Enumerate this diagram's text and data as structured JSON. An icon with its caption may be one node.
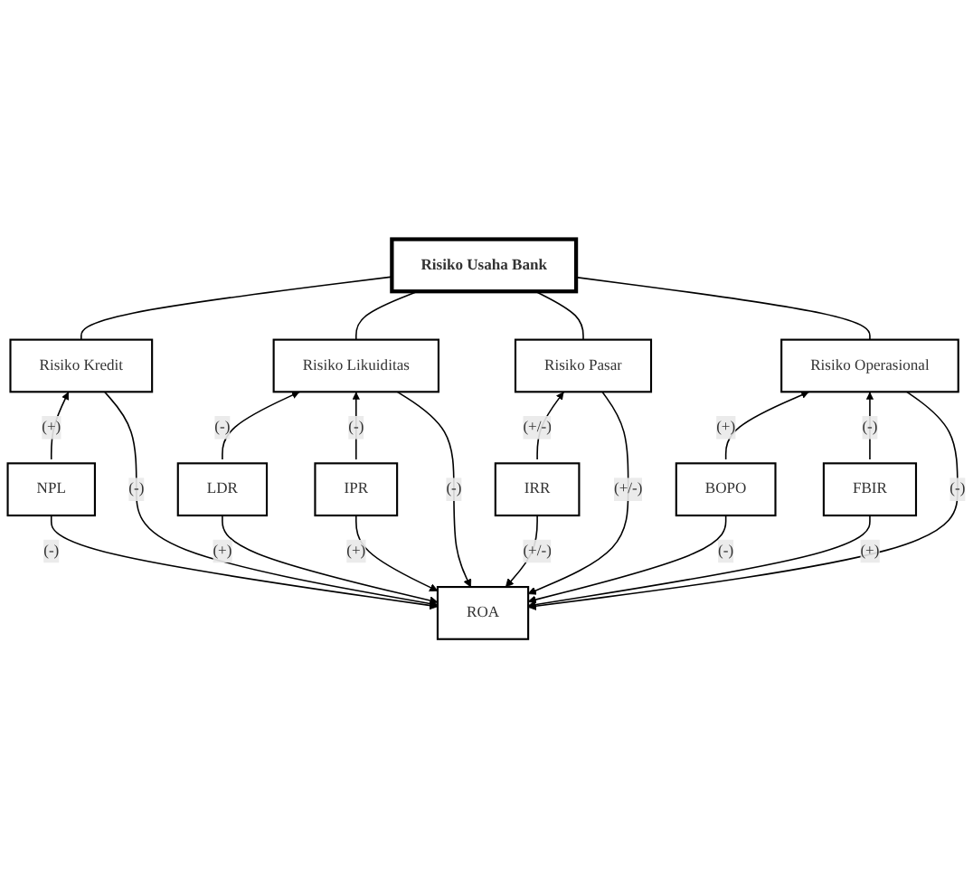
{
  "diagram": {
    "nodes": [
      {
        "text": [
          "Risiko Usaha Bank"
        ]
      },
      {
        "text": [
          "Risiko Kredit"
        ]
      },
      {
        "text": [
          "Risiko Likuiditas"
        ]
      },
      {
        "text": [
          "Risiko Pasar"
        ]
      },
      {
        "text": [
          "Risiko Operasional"
        ]
      },
      {
        "text": [
          "NPL"
        ]
      },
      {
        "text": [
          "LDR"
        ]
      },
      {
        "text": [
          "IPR"
        ]
      },
      {
        "text": [
          "IRR"
        ]
      },
      {
        "text": [
          "BOPO"
        ]
      },
      {
        "text": [
          "FBIR"
        ]
      },
      {
        "text": [
          "ROA"
        ]
      }
    ],
    "edges": [
      {
        "from": 0,
        "to": 1,
        "arrow": "none"
      },
      {
        "from": 0,
        "to": 2,
        "arrow": "none"
      },
      {
        "from": 0,
        "to": 3,
        "arrow": "none"
      },
      {
        "from": 0,
        "to": 4,
        "arrow": "none"
      },
      {
        "from": 5,
        "to": 1,
        "arrow": "to",
        "label": "(+)"
      },
      {
        "from": 6,
        "to": 2,
        "arrow": "to",
        "label": "(-)"
      },
      {
        "from": 7,
        "to": 2,
        "arrow": "to",
        "label": "(-)"
      },
      {
        "from": 8,
        "to": 3,
        "arrow": "to",
        "label": "(+/-)"
      },
      {
        "from": 9,
        "to": 4,
        "arrow": "to",
        "label": "(+)"
      },
      {
        "from": 10,
        "to": 4,
        "arrow": "to",
        "label": "(-)"
      },
      {
        "from": 5,
        "to": 11,
        "arrow": "to",
        "label": "(-)"
      },
      {
        "from": 6,
        "to": 11,
        "arrow": "to",
        "label": "(+)"
      },
      {
        "from": 7,
        "to": 11,
        "arrow": "to",
        "label": "(+)"
      },
      {
        "from": 8,
        "to": 11,
        "arrow": "to",
        "label": "(+/-)"
      },
      {
        "from": 9,
        "to": 11,
        "arrow": "to",
        "label": "(-)"
      },
      {
        "from": 10,
        "to": 11,
        "arrow": "to",
        "label": "(+)"
      },
      {
        "from": 1,
        "to": 11,
        "arrow": "to",
        "label": "(-)"
      },
      {
        "from": 2,
        "to": 11,
        "arrow": "to",
        "label": "(-)"
      },
      {
        "from": 3,
        "to": 11,
        "arrow": "to",
        "label": "(+/-)"
      },
      {
        "from": 4,
        "to": 11,
        "arrow": "to",
        "label": "(-)"
      }
    ]
  }
}
